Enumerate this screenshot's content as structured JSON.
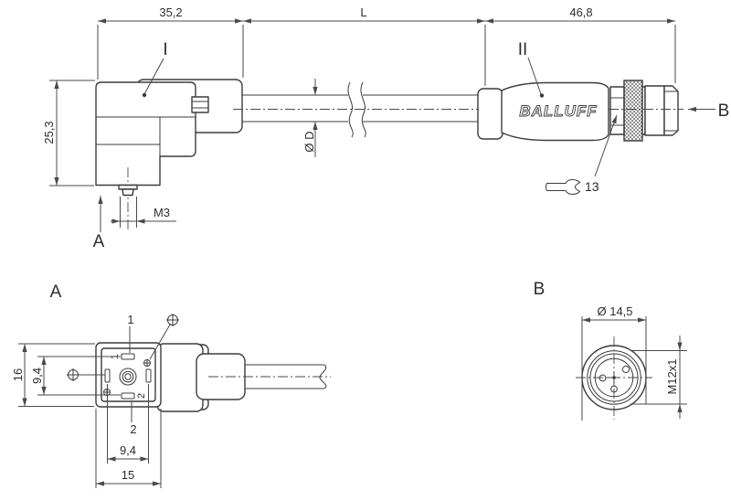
{
  "drawing": {
    "brand": "BALLUFF",
    "dims": {
      "w1": "35,2",
      "w2": "L",
      "w3": "46,8",
      "h1": "25,3",
      "m3": "M3",
      "dia_d": "Ø D",
      "wrench": "13",
      "a_outer_h": "16",
      "a_pin_v": "9,4",
      "a_pin_h": "9,4",
      "a_outer_w": "15",
      "b_dia": "Ø 14,5",
      "b_thread": "M12x1"
    },
    "labels": {
      "part1": "I",
      "part2": "II",
      "arrow_a": "A",
      "arrow_b": "B",
      "view_a": "A",
      "view_b": "B",
      "pin1": "1",
      "pin2": "2",
      "pin1_face": "1",
      "pin2_face": "2"
    },
    "colors": {
      "line": "#3c3c3c",
      "dim_line": "#4a4a4a",
      "text": "#2d2d2d",
      "background": "#ffffff"
    }
  }
}
